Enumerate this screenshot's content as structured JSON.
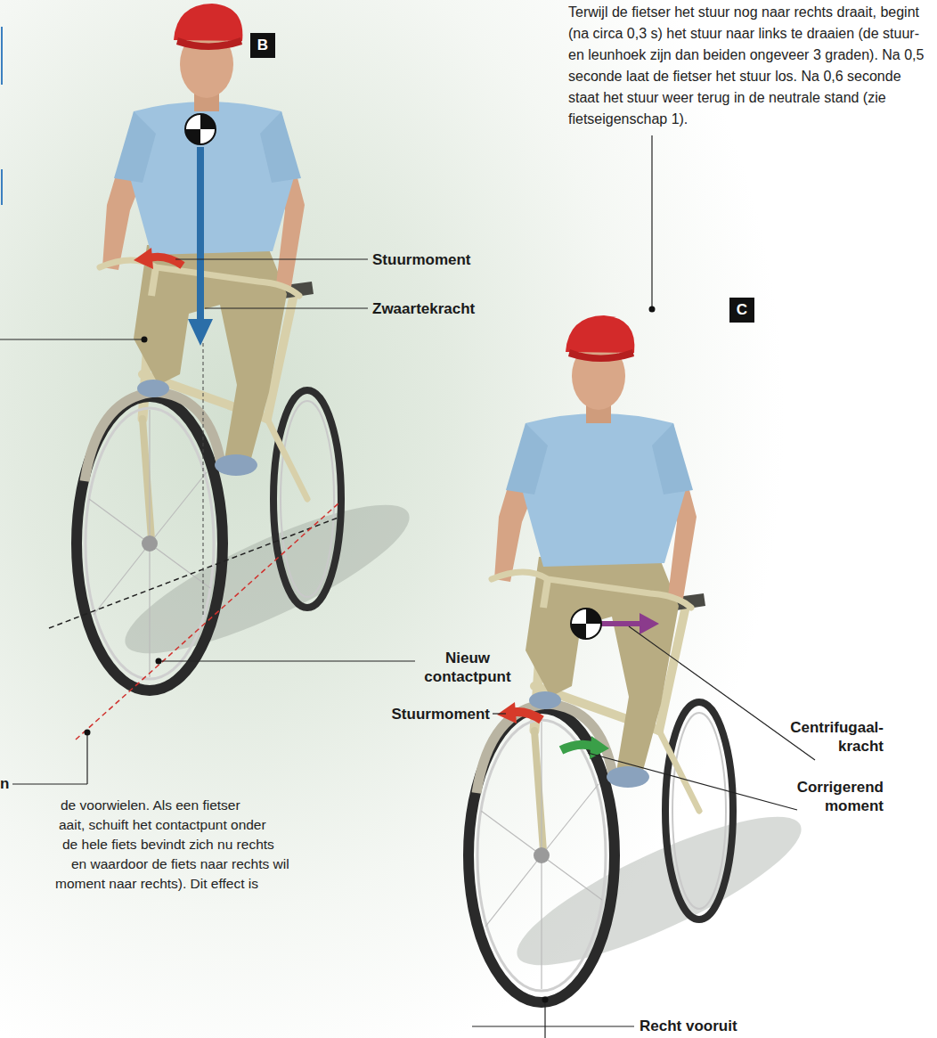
{
  "diagram": {
    "nodes": [
      {
        "text": [
          "B"
        ]
      },
      {
        "text": [
          "C"
        ]
      }
    ],
    "labels": [
      "Terwijl de fietser het stuur nog naar rechts draait, begint (na circa 0,3 s) het stuur naar links te draaien (de stuur-en leunhoek zijn dan beiden ongeveer 3 graden). Na 0,5 seconde laat de fietser het stuur los. Na 0,6 seconde staat het stuur weer terug in de neutrale stand (zie fietseigenschap 1).",
      "Stuurmoment",
      "Zwaartekracht",
      "Nieuw contactpunt",
      "Stuurmoment",
      "Centrifugaal- kracht",
      "Corrigerend moment",
      "n",
      "de voorwielen. Als een fietser",
      "aait, schuift het contactpunt onder",
      "de hele fiets bevindt zich nu rechts",
      "en waardoor de fiets naar rechts wil",
      "moment naar rechts). Dit effect is",
      "Recht vooruit"
    ]
  }
}
